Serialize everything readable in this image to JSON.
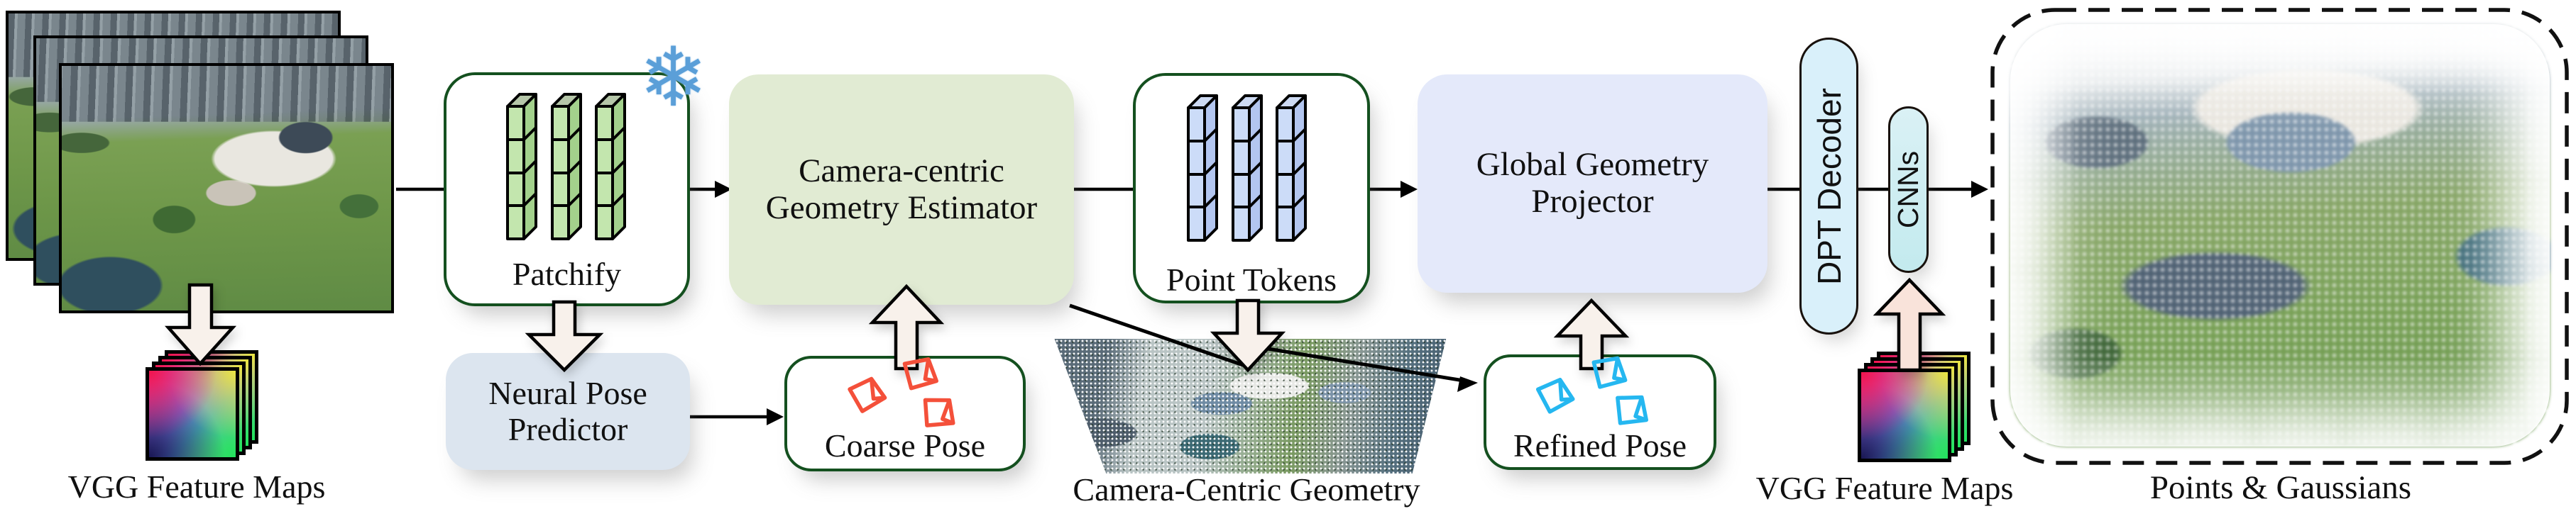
{
  "input_stack": {
    "caption": "VGG Feature Maps",
    "photo_count": 3
  },
  "patchify": {
    "label": "Patchify",
    "frozen_icon": "snowflake",
    "snowflake_glyph": "❄"
  },
  "neural_pose_predictor": {
    "line1": "Neural Pose",
    "line2": "Predictor"
  },
  "camera_centric_estimator": {
    "line1": "Camera-centric",
    "line2": "Geometry Estimator"
  },
  "coarse_pose": {
    "label": "Coarse Pose"
  },
  "point_tokens": {
    "label": "Point Tokens"
  },
  "camera_centric_geometry": {
    "caption": "Camera-Centric Geometry"
  },
  "global_geometry_projector": {
    "line1": "Global Geometry",
    "line2": "Projector"
  },
  "refined_pose": {
    "label": "Refined Pose"
  },
  "dpt_decoder": {
    "label": "DPT Decoder"
  },
  "cnns": {
    "label": "CNNs"
  },
  "vgg_feature_maps_right": {
    "caption": "VGG Feature Maps"
  },
  "points_gaussians": {
    "caption": "Points & Gaussians"
  },
  "colors": {
    "green_border": "#14501f",
    "estimator_fill": "#e1ebd3",
    "neural_pose_fill": "#dce5ef",
    "projector_fill": "#e4e9fa",
    "dpt_fill": "#d9f0fa",
    "cnns_fill": "#cdedf0",
    "green_token": "#c3e6ae",
    "blue_token": "#ccdcf8",
    "coarse_frustum": "#f4503a",
    "refined_frustum": "#25b7f0",
    "snowflake_blue": "#5b9fd8",
    "block_arrow_cream": "#f8f1eb",
    "block_arrow_pink": "#f9e3da",
    "line_black": "#000000"
  }
}
